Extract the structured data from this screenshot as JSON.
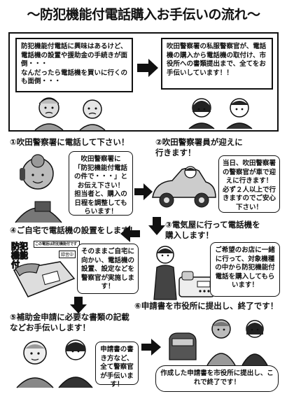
{
  "page": {
    "title": "〜防犯機能付電話購入お手伝いの流れ〜"
  },
  "intro": {
    "left_text": "防犯機能付電話に興味はあるけど、電話機の設置や援助金の手続きが面倒・・・\n なんだったら電話機を買いに行くのも面倒・・・",
    "right_text": "吹田警察署の私服警察官が、電話機の購入から電話機の取付け、市役所への書類提出まで、全てをお手伝いしています！！"
  },
  "steps": [
    {
      "heading": "①吹田警察署に電話して下さい！",
      "bubble": "吹田警察署に\n「防犯機能付電話の件で・・・」とお伝え下さい！\n担当者と、購入の日程を調整してもらいます！"
    },
    {
      "heading": "②吹田警察署員が迎えに\n行きます！",
      "bubble": "当日、吹田警察署の警察官が車で迎えに行きます！\n必ず２人以上で行きますのでご安心下さい！"
    },
    {
      "heading": "③電気屋に行って電話機を\n購入します！",
      "bubble": "ご希望のお店に一緒に行って、対象機種の中から防犯機能付電話を購入してもらいます！"
    },
    {
      "heading": "④ご自宅で電話機の設置をします！",
      "bubble": "そのままご自宅に向かい、電話機の設置、設定などを警察官が実施します！"
    },
    {
      "heading": "⑤補助金申請に必要な書類の記載\nなどお手伝いします！",
      "bubble": "申請書の書き方など、全て警察官が手伝います！"
    },
    {
      "heading": "⑥申請書を市役所に提出し、終了です！",
      "bubble": "作成した申請書を市役所に提出し、これで終了です！"
    }
  ],
  "phone_sign": {
    "big_text": "防犯機能付",
    "small_text": "この電話は防犯機能付です",
    "record_label": "録音中"
  }
}
